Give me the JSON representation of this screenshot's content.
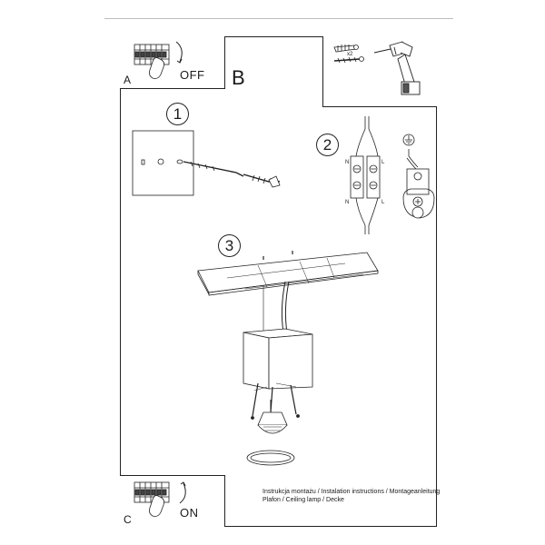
{
  "panels": {
    "a": {
      "letter": "A",
      "state": "OFF"
    },
    "b": {
      "letter": "B"
    },
    "c": {
      "letter": "C",
      "state": "ON"
    }
  },
  "tools": {
    "quantity": "x2"
  },
  "steps": [
    "1",
    "2",
    "3"
  ],
  "wiring": {
    "neutral": "N",
    "live": "L"
  },
  "caption": {
    "line1": "Instrukcja montażu / Instalation instructions / Montageanleitung",
    "line2": "Plafon / Ceiling lamp / Decke"
  }
}
